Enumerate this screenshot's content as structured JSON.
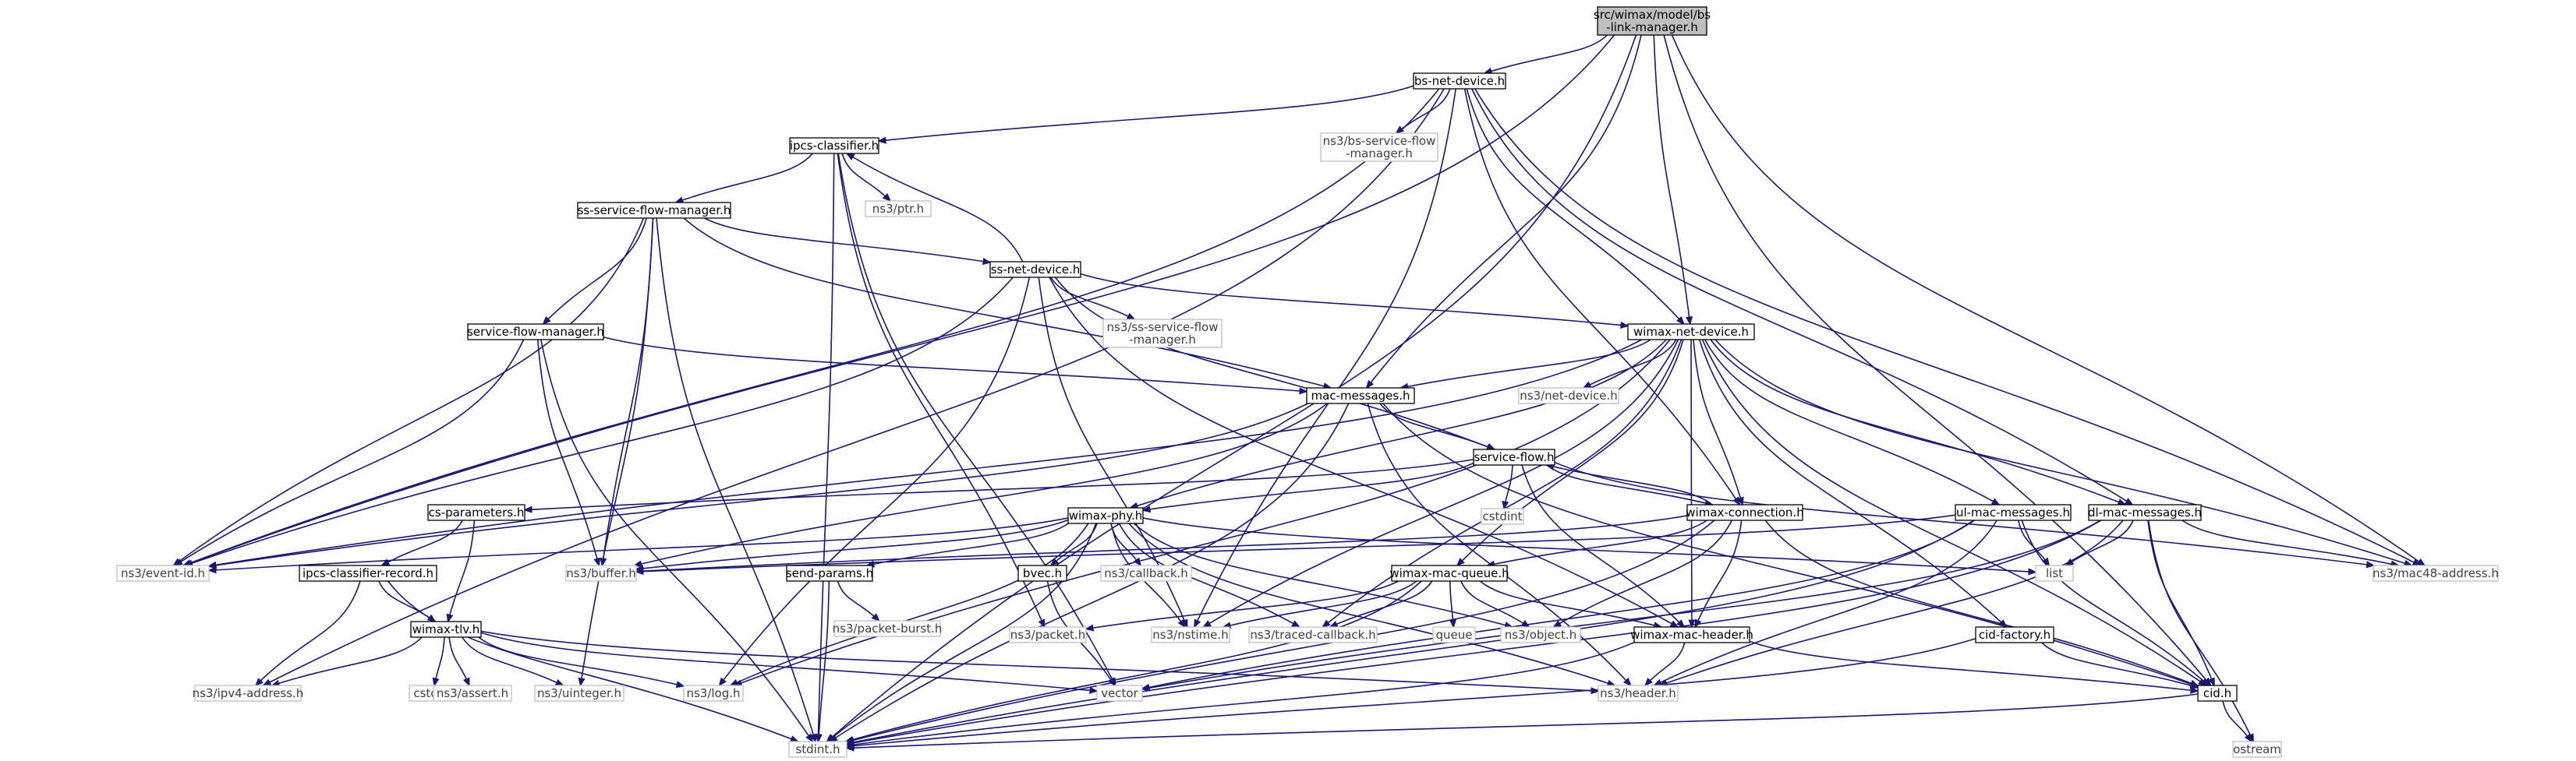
{
  "graph": {
    "colors": {
      "edge": "#191970",
      "root_fill": "#bfbfbf",
      "internal_border": "#000000",
      "external_border": "#bfbfbf",
      "external_text": "#404040"
    },
    "nodes": [
      {
        "id": "root",
        "kind": "root",
        "lines": [
          "src/wimax/model/bs",
          "-link-manager.h"
        ]
      },
      {
        "id": "bs_net_device",
        "kind": "internal",
        "lines": [
          "bs-net-device.h"
        ]
      },
      {
        "id": "ipcs_classifier",
        "kind": "internal",
        "lines": [
          "ipcs-classifier.h"
        ]
      },
      {
        "id": "bs_service_flow_manager",
        "kind": "external",
        "lines": [
          "ns3/bs-service-flow",
          "-manager.h"
        ]
      },
      {
        "id": "ptr",
        "kind": "external",
        "lines": [
          "ns3/ptr.h"
        ]
      },
      {
        "id": "ss_service_flow_manager",
        "kind": "internal",
        "lines": [
          "ss-service-flow-manager.h"
        ]
      },
      {
        "id": "ss_net_device",
        "kind": "internal",
        "lines": [
          "ss-net-device.h"
        ]
      },
      {
        "id": "ss_service_flow_manager_ext",
        "kind": "external",
        "lines": [
          "ns3/ss-service-flow",
          "-manager.h"
        ]
      },
      {
        "id": "service_flow_manager",
        "kind": "internal",
        "lines": [
          "service-flow-manager.h"
        ]
      },
      {
        "id": "wimax_net_device",
        "kind": "internal",
        "lines": [
          "wimax-net-device.h"
        ]
      },
      {
        "id": "net_device",
        "kind": "external",
        "lines": [
          "ns3/net-device.h"
        ]
      },
      {
        "id": "mac_messages",
        "kind": "internal",
        "lines": [
          "mac-messages.h"
        ]
      },
      {
        "id": "service_flow",
        "kind": "internal",
        "lines": [
          "service-flow.h"
        ]
      },
      {
        "id": "cstdint",
        "kind": "external",
        "lines": [
          "cstdint"
        ]
      },
      {
        "id": "cs_parameters",
        "kind": "internal",
        "lines": [
          "cs-parameters.h"
        ]
      },
      {
        "id": "wimax_phy",
        "kind": "internal",
        "lines": [
          "wimax-phy.h"
        ]
      },
      {
        "id": "wimax_connection",
        "kind": "internal",
        "lines": [
          "wimax-connection.h"
        ]
      },
      {
        "id": "ul_mac_messages",
        "kind": "internal",
        "lines": [
          "ul-mac-messages.h"
        ]
      },
      {
        "id": "dl_mac_messages",
        "kind": "internal",
        "lines": [
          "dl-mac-messages.h"
        ]
      },
      {
        "id": "event_id",
        "kind": "external",
        "lines": [
          "ns3/event-id.h"
        ]
      },
      {
        "id": "ipcs_classifier_record",
        "kind": "internal",
        "lines": [
          "ipcs-classifier-record.h"
        ]
      },
      {
        "id": "buffer",
        "kind": "external",
        "lines": [
          "ns3/buffer.h"
        ]
      },
      {
        "id": "send_params",
        "kind": "internal",
        "lines": [
          "send-params.h"
        ]
      },
      {
        "id": "bvec",
        "kind": "internal",
        "lines": [
          "bvec.h"
        ]
      },
      {
        "id": "callback",
        "kind": "external",
        "lines": [
          "ns3/callback.h"
        ]
      },
      {
        "id": "wimax_mac_queue",
        "kind": "internal",
        "lines": [
          "wimax-mac-queue.h"
        ]
      },
      {
        "id": "list",
        "kind": "external",
        "lines": [
          "list"
        ]
      },
      {
        "id": "mac48_address",
        "kind": "external",
        "lines": [
          "ns3/mac48-address.h"
        ]
      },
      {
        "id": "wimax_tlv",
        "kind": "internal",
        "lines": [
          "wimax-tlv.h"
        ]
      },
      {
        "id": "packet_burst",
        "kind": "external",
        "lines": [
          "ns3/packet-burst.h"
        ]
      },
      {
        "id": "packet",
        "kind": "external",
        "lines": [
          "ns3/packet.h"
        ]
      },
      {
        "id": "nstime",
        "kind": "external",
        "lines": [
          "ns3/nstime.h"
        ]
      },
      {
        "id": "traced_callback",
        "kind": "external",
        "lines": [
          "ns3/traced-callback.h"
        ]
      },
      {
        "id": "queue",
        "kind": "external",
        "lines": [
          "queue"
        ]
      },
      {
        "id": "object",
        "kind": "external",
        "lines": [
          "ns3/object.h"
        ]
      },
      {
        "id": "wimax_mac_header",
        "kind": "internal",
        "lines": [
          "wimax-mac-header.h"
        ]
      },
      {
        "id": "cid_factory",
        "kind": "internal",
        "lines": [
          "cid-factory.h"
        ]
      },
      {
        "id": "ipv4_address",
        "kind": "external",
        "lines": [
          "ns3/ipv4-address.h"
        ]
      },
      {
        "id": "cstdlib",
        "kind": "external",
        "lines": [
          "cstdlib"
        ]
      },
      {
        "id": "assert",
        "kind": "external",
        "lines": [
          "ns3/assert.h"
        ]
      },
      {
        "id": "uinteger",
        "kind": "external",
        "lines": [
          "ns3/uinteger.h"
        ]
      },
      {
        "id": "log",
        "kind": "external",
        "lines": [
          "ns3/log.h"
        ]
      },
      {
        "id": "vector",
        "kind": "external",
        "lines": [
          "vector"
        ]
      },
      {
        "id": "header",
        "kind": "external",
        "lines": [
          "ns3/header.h"
        ]
      },
      {
        "id": "cid",
        "kind": "internal",
        "lines": [
          "cid.h"
        ]
      },
      {
        "id": "stdint",
        "kind": "external",
        "lines": [
          "stdint.h"
        ]
      },
      {
        "id": "ostream",
        "kind": "external",
        "lines": [
          "ostream"
        ]
      }
    ],
    "edges": [
      [
        "root",
        "bs_net_device"
      ],
      [
        "root",
        "wimax_net_device"
      ],
      [
        "root",
        "mac_messages"
      ],
      [
        "root",
        "event_id"
      ],
      [
        "root",
        "mac48_address"
      ],
      [
        "root",
        "cid"
      ],
      [
        "root",
        "stdint"
      ],
      [
        "bs_net_device",
        "ipcs_classifier"
      ],
      [
        "bs_net_device",
        "bs_service_flow_manager"
      ],
      [
        "bs_net_device",
        "wimax_net_device"
      ],
      [
        "bs_net_device",
        "wimax_connection"
      ],
      [
        "bs_net_device",
        "dl_mac_messages"
      ],
      [
        "bs_net_device",
        "event_id"
      ],
      [
        "bs_net_device",
        "ipv4_address"
      ],
      [
        "bs_net_device",
        "nstime"
      ],
      [
        "bs_net_device",
        "mac48_address"
      ],
      [
        "ipcs_classifier",
        "ptr"
      ],
      [
        "ipcs_classifier",
        "ss_service_flow_manager"
      ],
      [
        "ipcs_classifier",
        "packet"
      ],
      [
        "ipcs_classifier",
        "vector"
      ],
      [
        "ipcs_classifier",
        "stdint"
      ],
      [
        "ss_service_flow_manager",
        "ss_net_device"
      ],
      [
        "ss_service_flow_manager",
        "service_flow_manager"
      ],
      [
        "ss_service_flow_manager",
        "mac_messages"
      ],
      [
        "ss_service_flow_manager",
        "event_id"
      ],
      [
        "ss_service_flow_manager",
        "buffer"
      ],
      [
        "ss_service_flow_manager",
        "uinteger"
      ],
      [
        "ss_service_flow_manager",
        "stdint"
      ],
      [
        "ss_net_device",
        "ipcs_classifier"
      ],
      [
        "ss_net_device",
        "ss_service_flow_manager_ext"
      ],
      [
        "ss_net_device",
        "wimax_net_device"
      ],
      [
        "ss_net_device",
        "wimax_mac_header"
      ],
      [
        "ss_net_device",
        "event_id"
      ],
      [
        "ss_net_device",
        "nstime"
      ],
      [
        "ss_net_device",
        "log"
      ],
      [
        "ss_net_device",
        "service_flow"
      ],
      [
        "service_flow_manager",
        "mac_messages"
      ],
      [
        "service_flow_manager",
        "event_id"
      ],
      [
        "service_flow_manager",
        "buffer"
      ],
      [
        "service_flow_manager",
        "stdint"
      ],
      [
        "wimax_net_device",
        "net_device"
      ],
      [
        "wimax_net_device",
        "mac_messages"
      ],
      [
        "wimax_net_device",
        "wimax_phy"
      ],
      [
        "wimax_net_device",
        "wimax_connection"
      ],
      [
        "wimax_net_device",
        "ul_mac_messages"
      ],
      [
        "wimax_net_device",
        "dl_mac_messages"
      ],
      [
        "wimax_net_device",
        "wimax_mac_queue"
      ],
      [
        "wimax_net_device",
        "wimax_mac_header"
      ],
      [
        "wimax_net_device",
        "cid_factory"
      ],
      [
        "wimax_net_device",
        "mac48_address"
      ],
      [
        "wimax_net_device",
        "cid"
      ],
      [
        "wimax_net_device",
        "event_id"
      ],
      [
        "wimax_net_device",
        "nstime"
      ],
      [
        "wimax_net_device",
        "traced_callback"
      ],
      [
        "wimax_net_device",
        "log"
      ],
      [
        "mac_messages",
        "service_flow"
      ],
      [
        "mac_messages",
        "buffer"
      ],
      [
        "mac_messages",
        "header"
      ],
      [
        "mac_messages",
        "stdint"
      ],
      [
        "mac_messages",
        "cid"
      ],
      [
        "mac_messages",
        "event_id"
      ],
      [
        "service_flow",
        "cstdint"
      ],
      [
        "service_flow",
        "cs_parameters"
      ],
      [
        "service_flow",
        "wimax_phy"
      ],
      [
        "service_flow",
        "wimax_connection"
      ],
      [
        "service_flow",
        "wimax_mac_header"
      ],
      [
        "service_flow",
        "mac48_address"
      ],
      [
        "cs_parameters",
        "ipcs_classifier_record"
      ],
      [
        "cs_parameters",
        "wimax_tlv"
      ],
      [
        "wimax_phy",
        "send_params"
      ],
      [
        "wimax_phy",
        "bvec"
      ],
      [
        "wimax_phy",
        "callback"
      ],
      [
        "wimax_phy",
        "event_id"
      ],
      [
        "wimax_phy",
        "buffer"
      ],
      [
        "wimax_phy",
        "list"
      ],
      [
        "wimax_phy",
        "nstime"
      ],
      [
        "wimax_phy",
        "traced_callback"
      ],
      [
        "wimax_phy",
        "object"
      ],
      [
        "wimax_phy",
        "log"
      ],
      [
        "wimax_phy",
        "stdint"
      ],
      [
        "wimax_phy",
        "header"
      ],
      [
        "wimax_connection",
        "service_flow"
      ],
      [
        "wimax_connection",
        "wimax_mac_queue"
      ],
      [
        "wimax_connection",
        "wimax_mac_header"
      ],
      [
        "wimax_connection",
        "object"
      ],
      [
        "wimax_connection",
        "cid"
      ],
      [
        "wimax_connection",
        "stdint"
      ],
      [
        "wimax_connection",
        "buffer"
      ],
      [
        "ul_mac_messages",
        "buffer"
      ],
      [
        "ul_mac_messages",
        "list"
      ],
      [
        "ul_mac_messages",
        "vector"
      ],
      [
        "ul_mac_messages",
        "header"
      ],
      [
        "ul_mac_messages",
        "cid"
      ],
      [
        "ul_mac_messages",
        "stdint"
      ],
      [
        "dl_mac_messages",
        "list"
      ],
      [
        "dl_mac_messages",
        "mac48_address"
      ],
      [
        "dl_mac_messages",
        "vector"
      ],
      [
        "dl_mac_messages",
        "header"
      ],
      [
        "dl_mac_messages",
        "cid"
      ],
      [
        "dl_mac_messages",
        "stdint"
      ],
      [
        "dl_mac_messages",
        "ostream"
      ],
      [
        "ipcs_classifier_record",
        "wimax_tlv"
      ],
      [
        "ipcs_classifier_record",
        "ipv4_address"
      ],
      [
        "ipcs_classifier_record",
        "stdint"
      ],
      [
        "send_params",
        "packet_burst"
      ],
      [
        "send_params",
        "stdint"
      ],
      [
        "bvec",
        "vector"
      ],
      [
        "wimax_mac_queue",
        "packet"
      ],
      [
        "wimax_mac_queue",
        "nstime"
      ],
      [
        "wimax_mac_queue",
        "traced_callback"
      ],
      [
        "wimax_mac_queue",
        "queue"
      ],
      [
        "wimax_mac_queue",
        "object"
      ],
      [
        "wimax_mac_queue",
        "wimax_mac_header"
      ],
      [
        "wimax_mac_queue",
        "stdint"
      ],
      [
        "wimax_tlv",
        "cstdlib"
      ],
      [
        "wimax_tlv",
        "assert"
      ],
      [
        "wimax_tlv",
        "uinteger"
      ],
      [
        "wimax_tlv",
        "log"
      ],
      [
        "wimax_tlv",
        "vector"
      ],
      [
        "wimax_tlv",
        "ipv4_address"
      ],
      [
        "wimax_tlv",
        "header"
      ],
      [
        "wimax_mac_header",
        "header"
      ],
      [
        "wimax_mac_header",
        "cid"
      ],
      [
        "wimax_mac_header",
        "stdint"
      ],
      [
        "cid_factory",
        "cid"
      ],
      [
        "cid_factory",
        "stdint"
      ],
      [
        "cid",
        "stdint"
      ],
      [
        "cid",
        "ostream"
      ]
    ]
  }
}
